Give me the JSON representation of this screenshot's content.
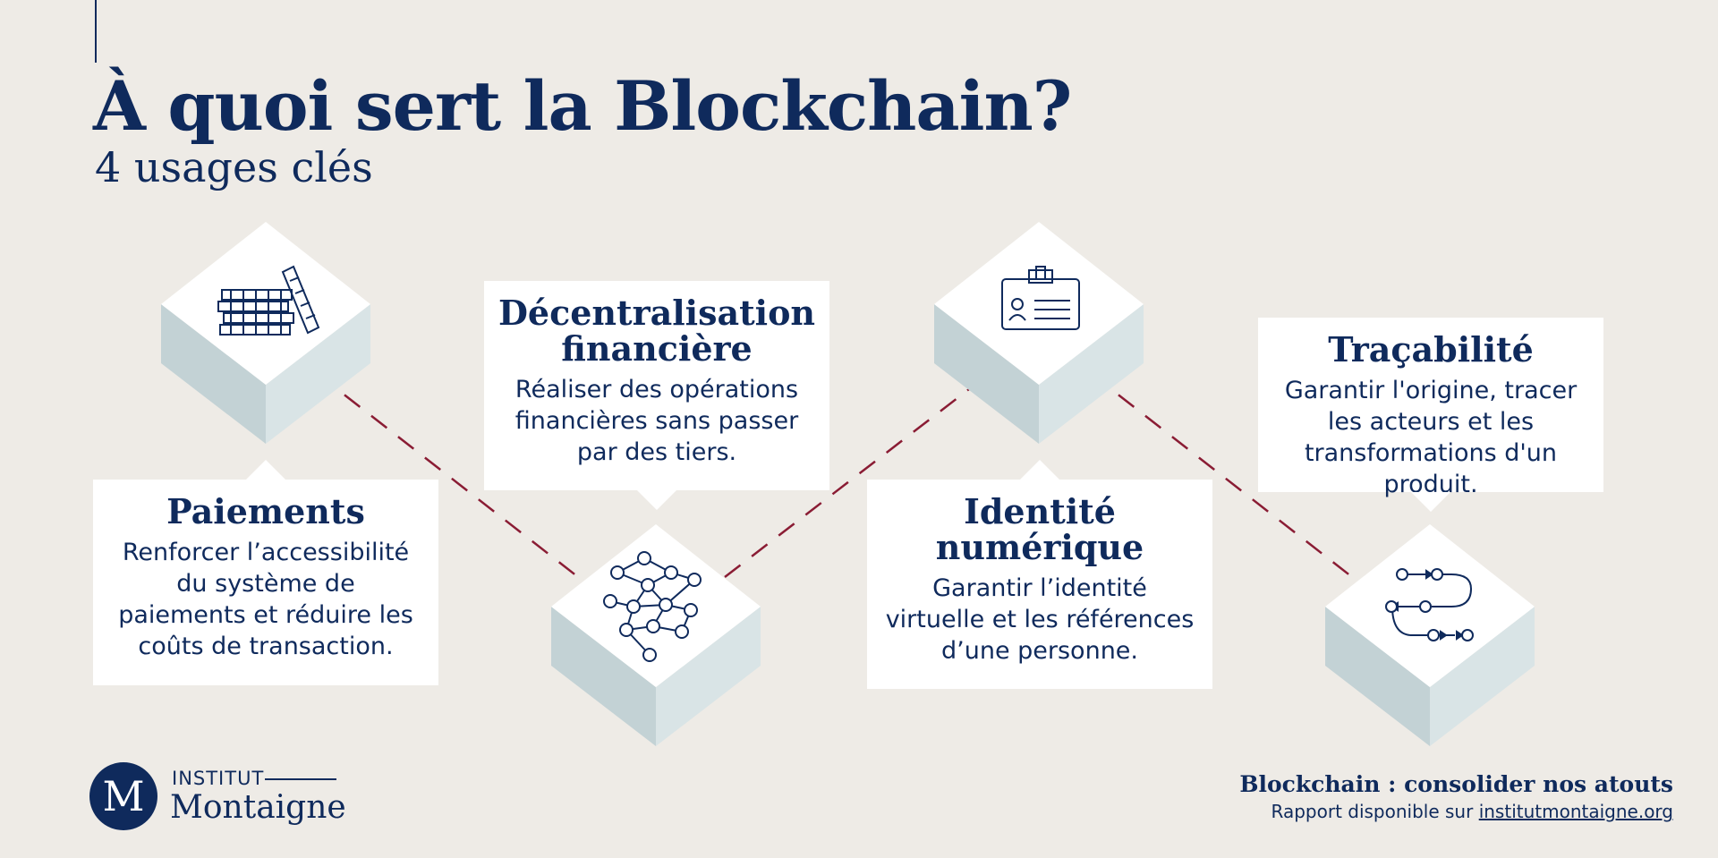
{
  "header": {
    "title": "À quoi sert la Blockchain?",
    "subtitle": "4 usages clés"
  },
  "usages": [
    {
      "title": "Paiements",
      "description": "Renforcer l’accessibilité du système de paiements et réduire les coûts de transaction.",
      "icon": "coin-stack-icon"
    },
    {
      "title": "Décentralisation financière",
      "description": "Réaliser des opérations financières sans passer par des tiers.",
      "icon": "network-nodes-icon"
    },
    {
      "title": "Identité numérique",
      "description": "Garantir l’identité virtuelle et les références d’une personne.",
      "icon": "id-badge-icon"
    },
    {
      "title": "Traçabilité",
      "description": "Garantir l'origine, tracer les acteurs et les transformations d'un produit.",
      "icon": "flow-path-icon"
    }
  ],
  "logo": {
    "letter": "M",
    "top": "INSTITUT",
    "name": "Montaigne"
  },
  "footer": {
    "title": "Blockchain : consolider nos atouts",
    "text": "Rapport disponible sur",
    "link": "institutmontaigne.org"
  },
  "colors": {
    "background": "#eeebe6",
    "primary": "#0f2a5c",
    "connector": "#8a1c34",
    "cube_top": "#ffffff",
    "cube_left": "#c3d2d5",
    "cube_right": "#d9e4e6"
  }
}
